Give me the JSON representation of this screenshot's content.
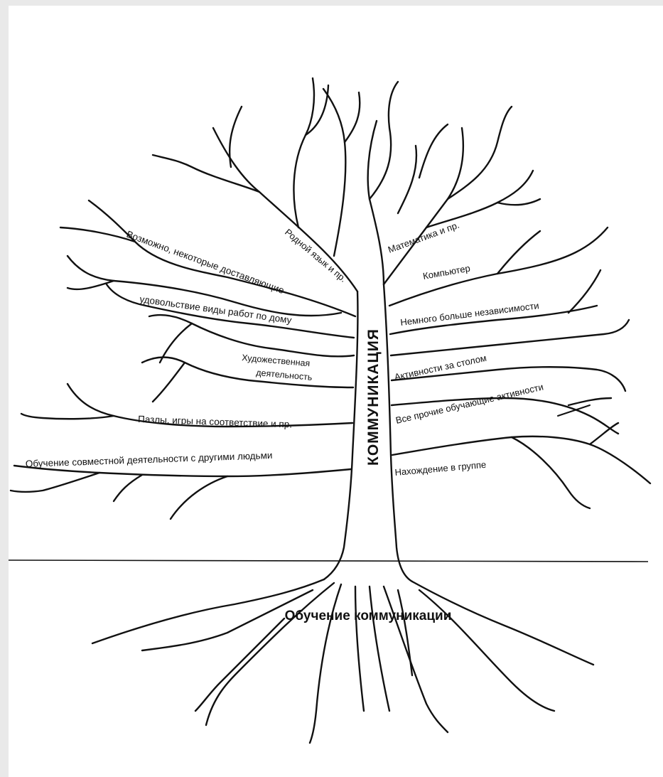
{
  "diagram": {
    "trunk_label": "КОММУНИКАЦИЯ",
    "roots_label": "Обучение коммуникации",
    "left_branches": [
      "Возможно, некоторые доставляющие",
      "удовольствие виды работ по дому",
      "Художественная",
      "деятельность",
      "Пазлы, игры на соответствие и пр.",
      "Обучение совместной деятельности с другими людьми"
    ],
    "top_branches": [
      "Родной язык и пр.",
      "Математика и пр."
    ],
    "right_branches": [
      "Компьютер",
      "Немного больше независимости",
      "Активности за столом",
      "Все прочие обучающие  активности",
      "Нахождение  в группе"
    ]
  }
}
